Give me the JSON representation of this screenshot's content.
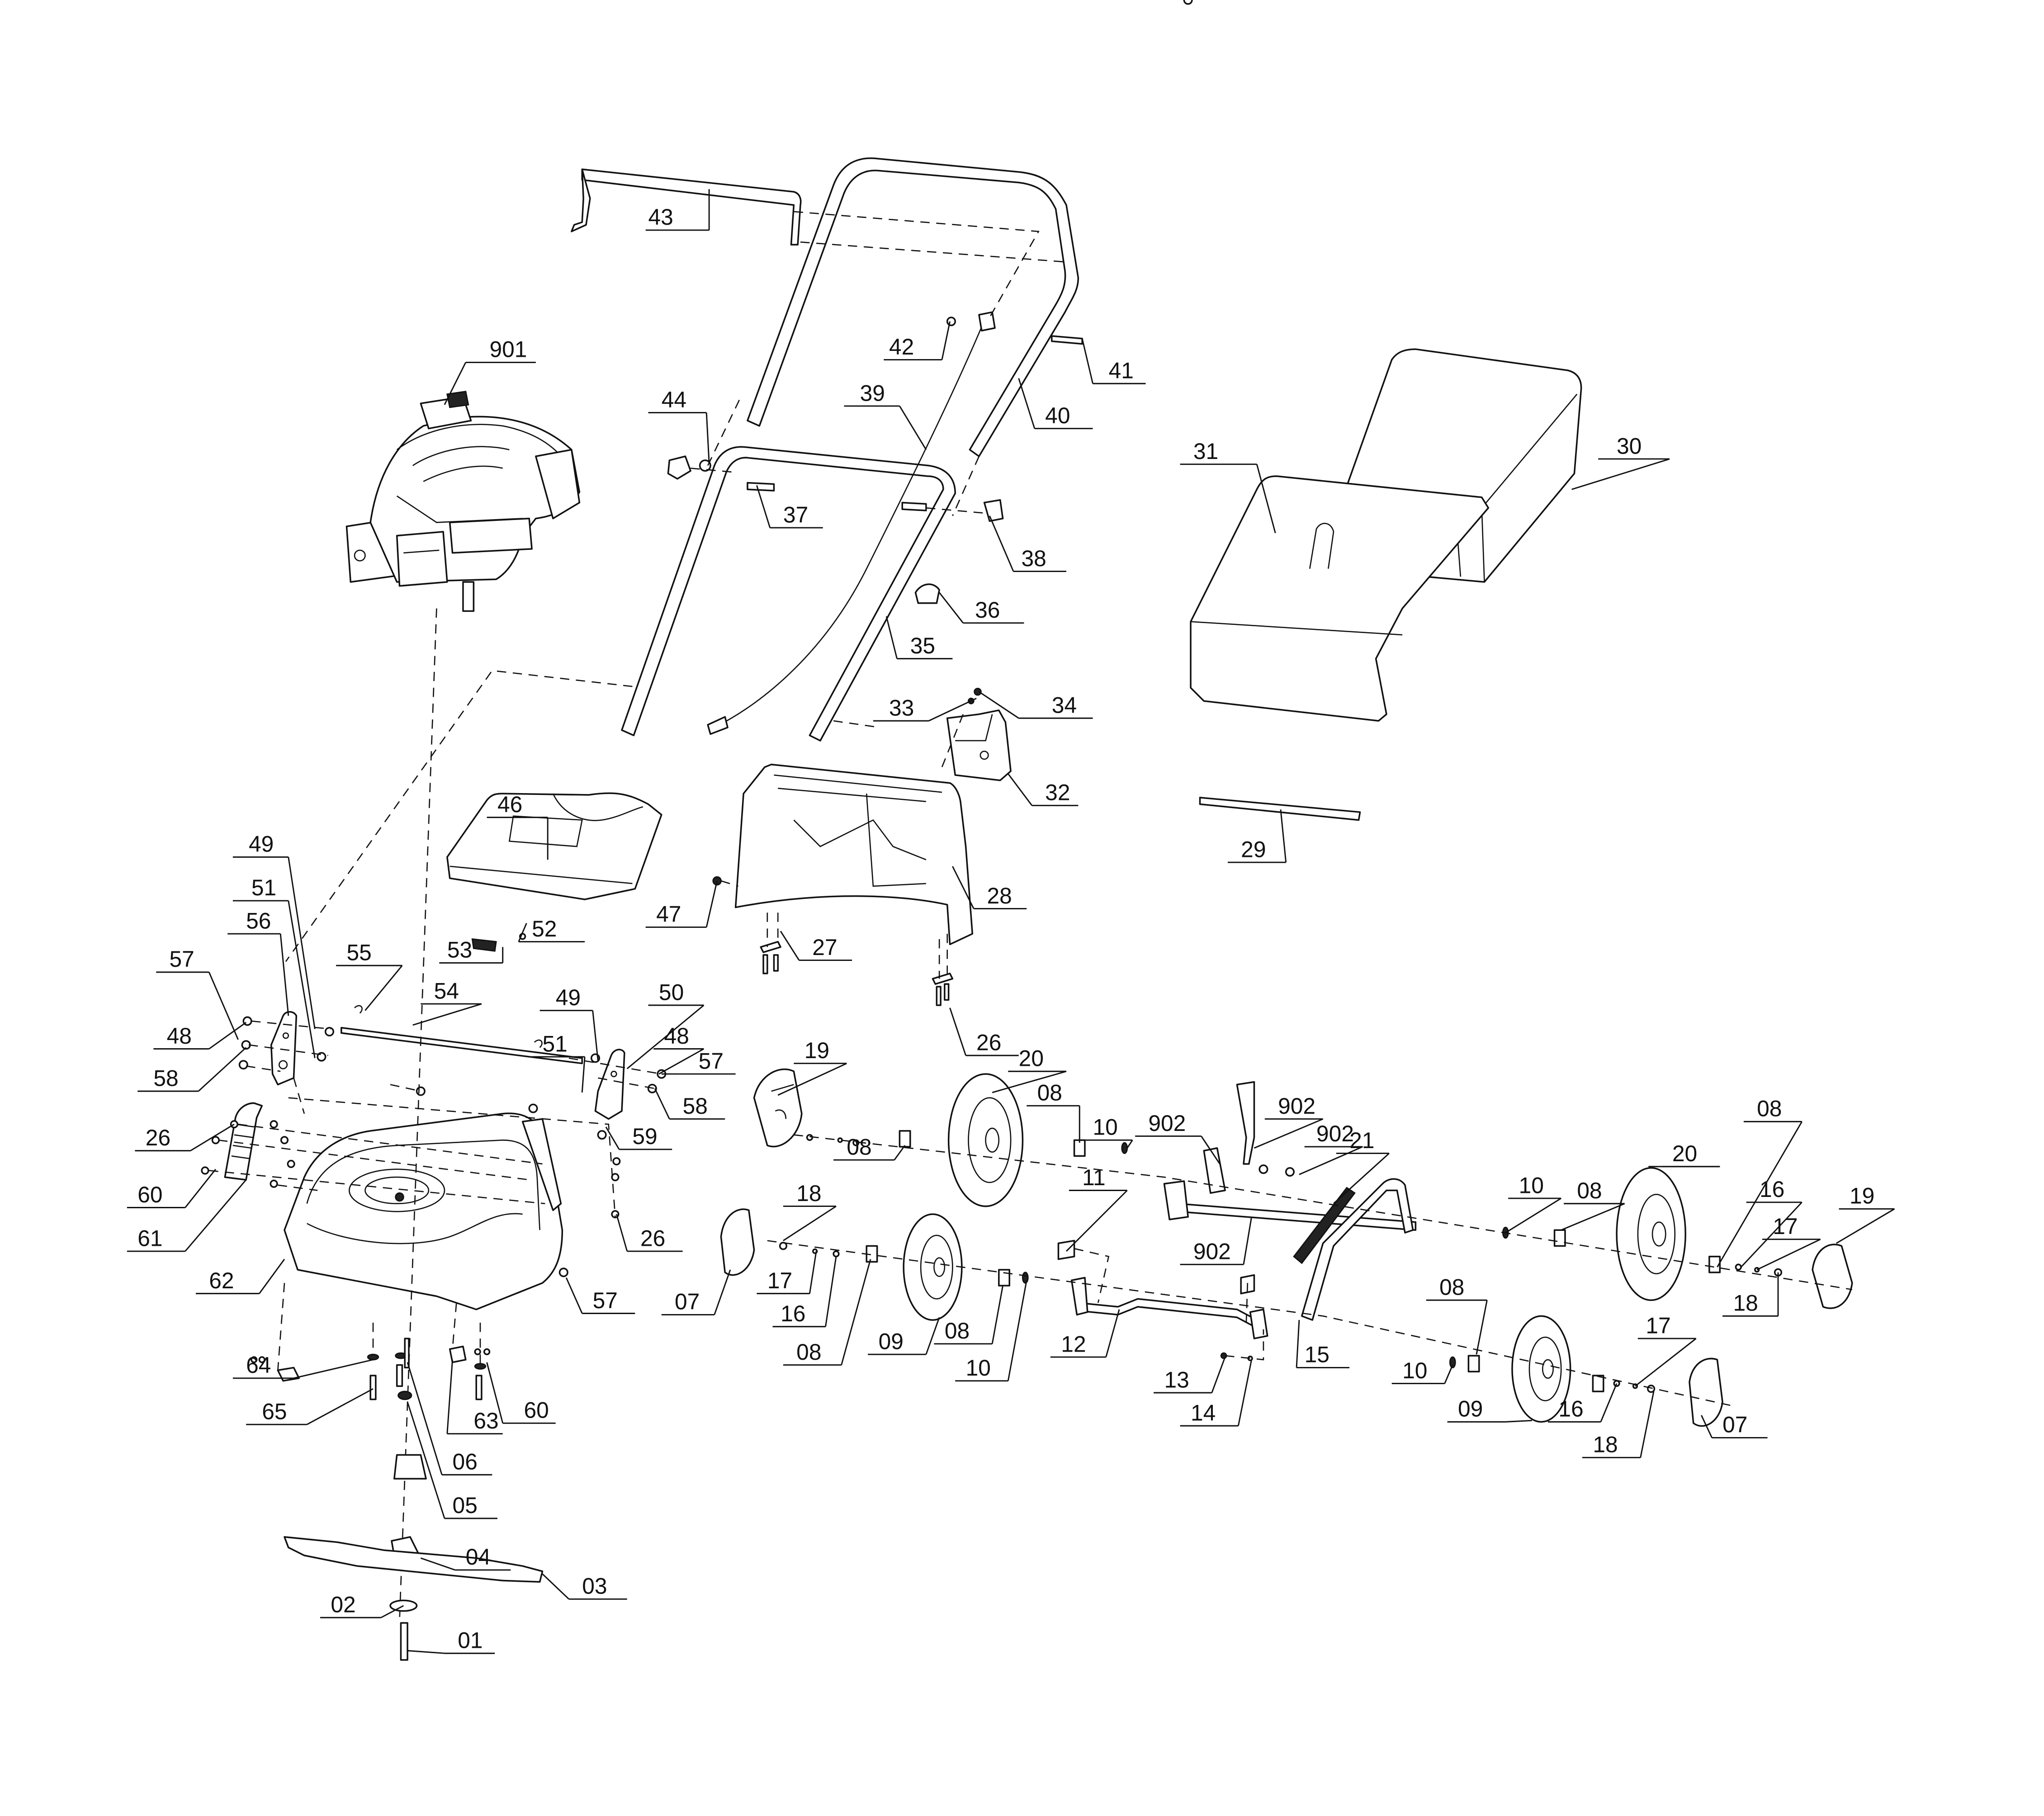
{
  "diagram": {
    "title": "Lawn mower exploded parts view",
    "colors": {
      "ink": "#111111",
      "paper": "#ffffff"
    },
    "callouts": [
      {
        "id": "c901",
        "label": "901"
      },
      {
        "id": "c43",
        "label": "43"
      },
      {
        "id": "c42",
        "label": "42"
      },
      {
        "id": "c41",
        "label": "41"
      },
      {
        "id": "c40",
        "label": "40"
      },
      {
        "id": "c39",
        "label": "39"
      },
      {
        "id": "c44",
        "label": "44"
      },
      {
        "id": "c37",
        "label": "37"
      },
      {
        "id": "c38",
        "label": "38"
      },
      {
        "id": "c36",
        "label": "36"
      },
      {
        "id": "c35",
        "label": "35"
      },
      {
        "id": "c33",
        "label": "33"
      },
      {
        "id": "c34",
        "label": "34"
      },
      {
        "id": "c32",
        "label": "32"
      },
      {
        "id": "c31",
        "label": "31"
      },
      {
        "id": "c30",
        "label": "30"
      },
      {
        "id": "c29",
        "label": "29"
      },
      {
        "id": "c46",
        "label": "46"
      },
      {
        "id": "c47",
        "label": "47"
      },
      {
        "id": "c28",
        "label": "28"
      },
      {
        "id": "c27",
        "label": "27"
      },
      {
        "id": "c26a",
        "label": "26"
      },
      {
        "id": "c53",
        "label": "53"
      },
      {
        "id": "c52",
        "label": "52"
      },
      {
        "id": "c49a",
        "label": "49"
      },
      {
        "id": "c51a",
        "label": "51"
      },
      {
        "id": "c56",
        "label": "56"
      },
      {
        "id": "c57a",
        "label": "57"
      },
      {
        "id": "c55",
        "label": "55"
      },
      {
        "id": "c54",
        "label": "54"
      },
      {
        "id": "c48a",
        "label": "48"
      },
      {
        "id": "c58a",
        "label": "58"
      },
      {
        "id": "c49b",
        "label": "49"
      },
      {
        "id": "c50",
        "label": "50"
      },
      {
        "id": "c51b",
        "label": "51"
      },
      {
        "id": "c48b",
        "label": "48"
      },
      {
        "id": "c57b",
        "label": "57"
      },
      {
        "id": "c58b",
        "label": "58"
      },
      {
        "id": "c59",
        "label": "59"
      },
      {
        "id": "c26b",
        "label": "26"
      },
      {
        "id": "c60a",
        "label": "60"
      },
      {
        "id": "c61",
        "label": "61"
      },
      {
        "id": "c26c",
        "label": "26"
      },
      {
        "id": "c62",
        "label": "62"
      },
      {
        "id": "c57c",
        "label": "57"
      },
      {
        "id": "c64",
        "label": "64"
      },
      {
        "id": "c65",
        "label": "65"
      },
      {
        "id": "c63",
        "label": "63"
      },
      {
        "id": "c60b",
        "label": "60"
      },
      {
        "id": "c06",
        "label": "06"
      },
      {
        "id": "c05",
        "label": "05"
      },
      {
        "id": "c04",
        "label": "04"
      },
      {
        "id": "c03",
        "label": "03"
      },
      {
        "id": "c02",
        "label": "02"
      },
      {
        "id": "c01",
        "label": "01"
      },
      {
        "id": "c19a",
        "label": "19"
      },
      {
        "id": "c20a",
        "label": "20"
      },
      {
        "id": "c08a",
        "label": "08"
      },
      {
        "id": "c10a",
        "label": "10"
      },
      {
        "id": "c08b",
        "label": "08"
      },
      {
        "id": "c902a",
        "label": "902"
      },
      {
        "id": "c902b",
        "label": "902"
      },
      {
        "id": "c902c",
        "label": "902"
      },
      {
        "id": "c902d",
        "label": "902"
      },
      {
        "id": "c21",
        "label": "21"
      },
      {
        "id": "c18a",
        "label": "18"
      },
      {
        "id": "c07a",
        "label": "07"
      },
      {
        "id": "c17a",
        "label": "17"
      },
      {
        "id": "c16a",
        "label": "16"
      },
      {
        "id": "c08c",
        "label": "08"
      },
      {
        "id": "c09a",
        "label": "09"
      },
      {
        "id": "c08d",
        "label": "08"
      },
      {
        "id": "c10b",
        "label": "10"
      },
      {
        "id": "c11",
        "label": "11"
      },
      {
        "id": "c12",
        "label": "12"
      },
      {
        "id": "c13",
        "label": "13"
      },
      {
        "id": "c14",
        "label": "14"
      },
      {
        "id": "c15",
        "label": "15"
      },
      {
        "id": "c10c",
        "label": "10"
      },
      {
        "id": "c08e",
        "label": "08"
      },
      {
        "id": "c20b",
        "label": "20"
      },
      {
        "id": "c08f",
        "label": "08"
      },
      {
        "id": "c16b",
        "label": "16"
      },
      {
        "id": "c17b",
        "label": "17"
      },
      {
        "id": "c19b",
        "label": "19"
      },
      {
        "id": "c18b",
        "label": "18"
      },
      {
        "id": "c08g",
        "label": "08"
      },
      {
        "id": "c10d",
        "label": "10"
      },
      {
        "id": "c09b",
        "label": "09"
      },
      {
        "id": "c16c",
        "label": "16"
      },
      {
        "id": "c17c",
        "label": "17"
      },
      {
        "id": "c18c",
        "label": "18"
      },
      {
        "id": "c07b",
        "label": "07"
      }
    ]
  }
}
